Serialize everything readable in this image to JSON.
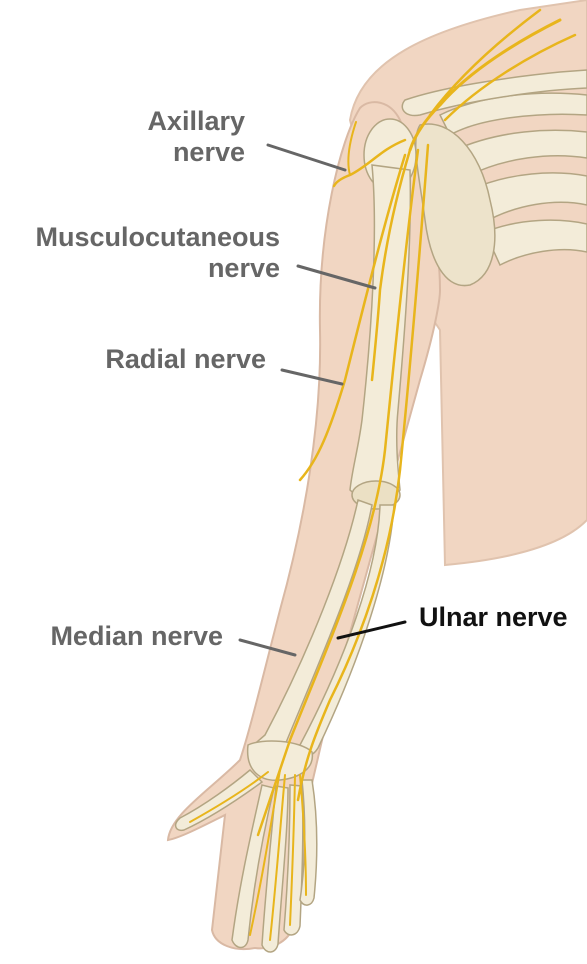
{
  "labels": {
    "axillary": {
      "line1": "Axillary",
      "line2": "nerve"
    },
    "musculocutaneous": {
      "line1": "Musculocutaneous",
      "line2": "nerve"
    },
    "radial": "Radial nerve",
    "median": "Median nerve",
    "ulnar": "Ulnar nerve"
  },
  "colors": {
    "skin": "#f1d6c2",
    "skin_edge": "#d9b9a4",
    "bone": "#f3ecd9",
    "bone_shade": "#d9ccb0",
    "nerve": "#e8b51c",
    "label_text": "#666666",
    "highlight_text": "#111111"
  }
}
